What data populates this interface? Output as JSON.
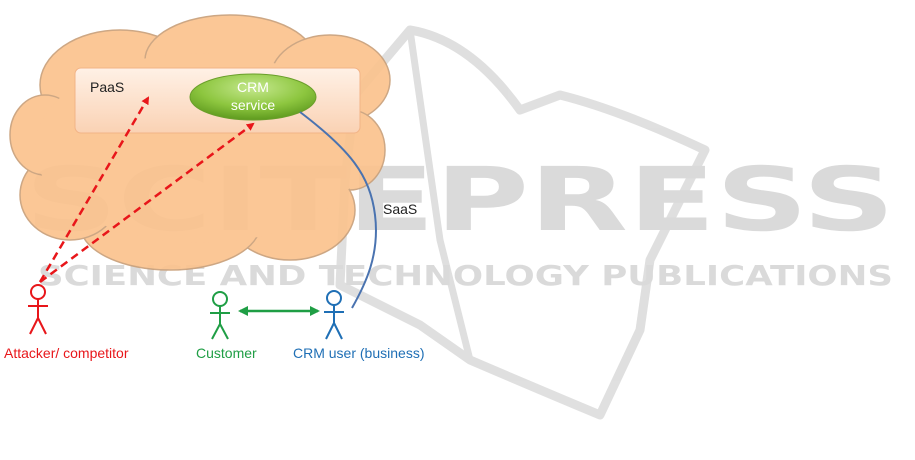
{
  "diagram": {
    "paas_label": "PaaS",
    "crm_service_line1": "CRM",
    "crm_service_line2": "service",
    "saas_label": "SaaS",
    "actors": {
      "attacker": "Attacker/ competitor",
      "customer": "Customer",
      "crm_user": "CRM user (business)"
    }
  },
  "watermark": {
    "title": "SCITEPRESS",
    "subtitle": "SCIENCE AND TECHNOLOGY PUBLICATIONS"
  },
  "colors": {
    "cloud_fill": "#FBC38E",
    "cloud_stroke": "#C9A07A",
    "attacker": "#E8161A",
    "customer": "#1F9E45",
    "crm_user": "#1F6FB5",
    "saas_line": "#4A73B0",
    "crm_oval": "#8DC63F",
    "watermark": "#D4D4D4"
  }
}
